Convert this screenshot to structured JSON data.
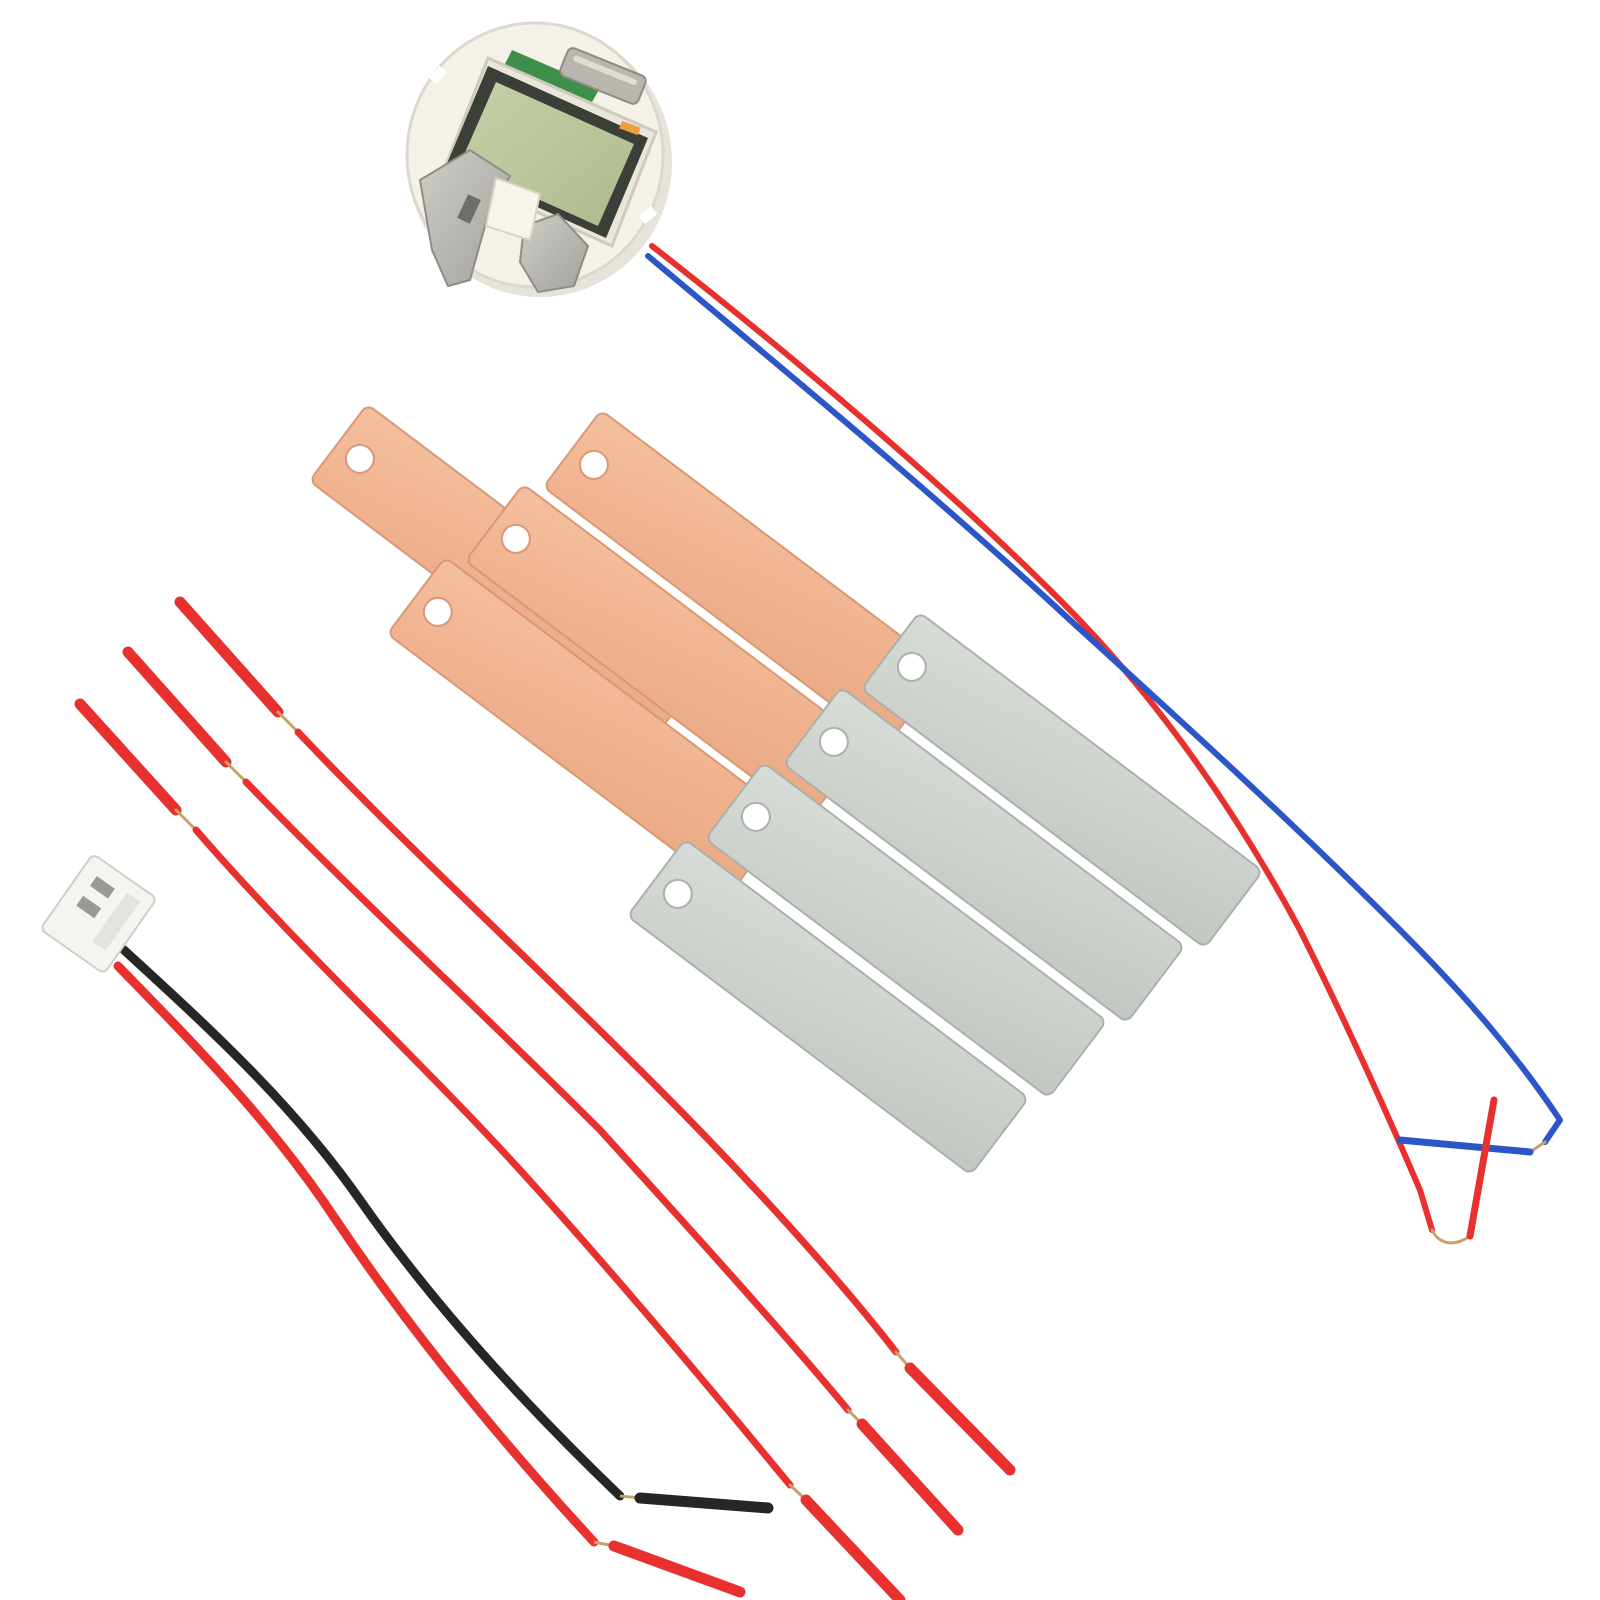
{
  "photo": {
    "subject": "product photo",
    "background_color": "#ffffff",
    "colors": {
      "copper": "#f1b693",
      "copper_edge": "#d89877",
      "zinc": "#cfd4cf",
      "zinc_edge": "#aab0ab",
      "wire_red": "#e8312f",
      "wire_blue": "#2c56c8",
      "wire_black": "#262626",
      "lcd": "#b9c59a",
      "module_body": "#f2f0e7",
      "metal_clip": "#b8b6b0"
    },
    "counts": {
      "copper_plates": 4,
      "zinc_plates": 4,
      "loose_red_wires": 3,
      "display_modules": 1,
      "two_pin_connectors": 1
    }
  }
}
